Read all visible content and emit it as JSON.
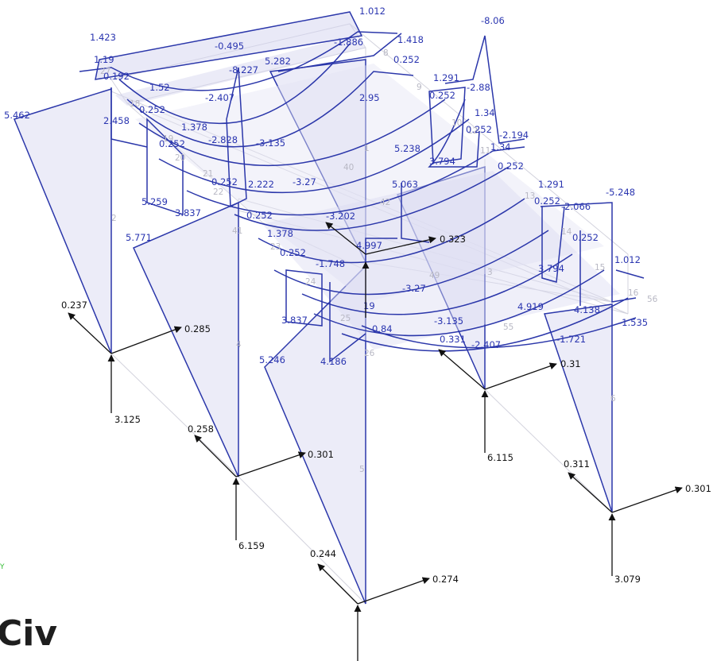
{
  "brand_text": "Civ",
  "axis_label": "Y",
  "moment_values": [
    "1.012",
    "-8.06",
    "1.423",
    "-0.495",
    "-1.886",
    "1.418",
    "1.19",
    "5.282",
    "0.252",
    "0.192",
    "1.52",
    "-8.227",
    "-2.407",
    "2.95",
    "1.291",
    "0.252",
    "-2.88",
    "5.462",
    "2.458",
    "0.252",
    "1.378",
    "-2.828",
    "-3.135",
    "1.34",
    "0.252",
    "-2.194",
    "0.252",
    "1.34",
    "5.238",
    "3.794",
    "0.252",
    "0.252",
    "-3.27",
    "2.222",
    "5.259",
    "3.837",
    "5.063",
    "0.252",
    "1.291",
    "-5.248",
    "-2.066",
    "0.252",
    "-3.202",
    "5.771",
    "1.378",
    "4.997",
    "0.252",
    "-1.748",
    "3.794",
    "1.012",
    "0.252",
    "-3.27",
    "19",
    "3.837",
    "0.84",
    "-3.135",
    "4.919",
    "4.138",
    "-1.535",
    "0.331",
    "-2.407",
    "-1.721",
    "5.246",
    "4.186"
  ],
  "reaction_values": [
    "0.237",
    "0.285",
    "3.125",
    "0.258",
    "0.301",
    "6.159",
    "0.323",
    "0.31",
    "6.115",
    "0.311",
    "0.301",
    "3.079",
    "0.244",
    "0.274"
  ],
  "member_numbers": [
    "27",
    "8",
    "9",
    "18",
    "19",
    "20",
    "21",
    "22",
    "23",
    "24",
    "25",
    "26",
    "10",
    "11",
    "12",
    "13",
    "14",
    "15",
    "16",
    "1",
    "2",
    "3",
    "4",
    "5",
    "6",
    "40",
    "41",
    "42",
    "49",
    "55",
    "56"
  ]
}
